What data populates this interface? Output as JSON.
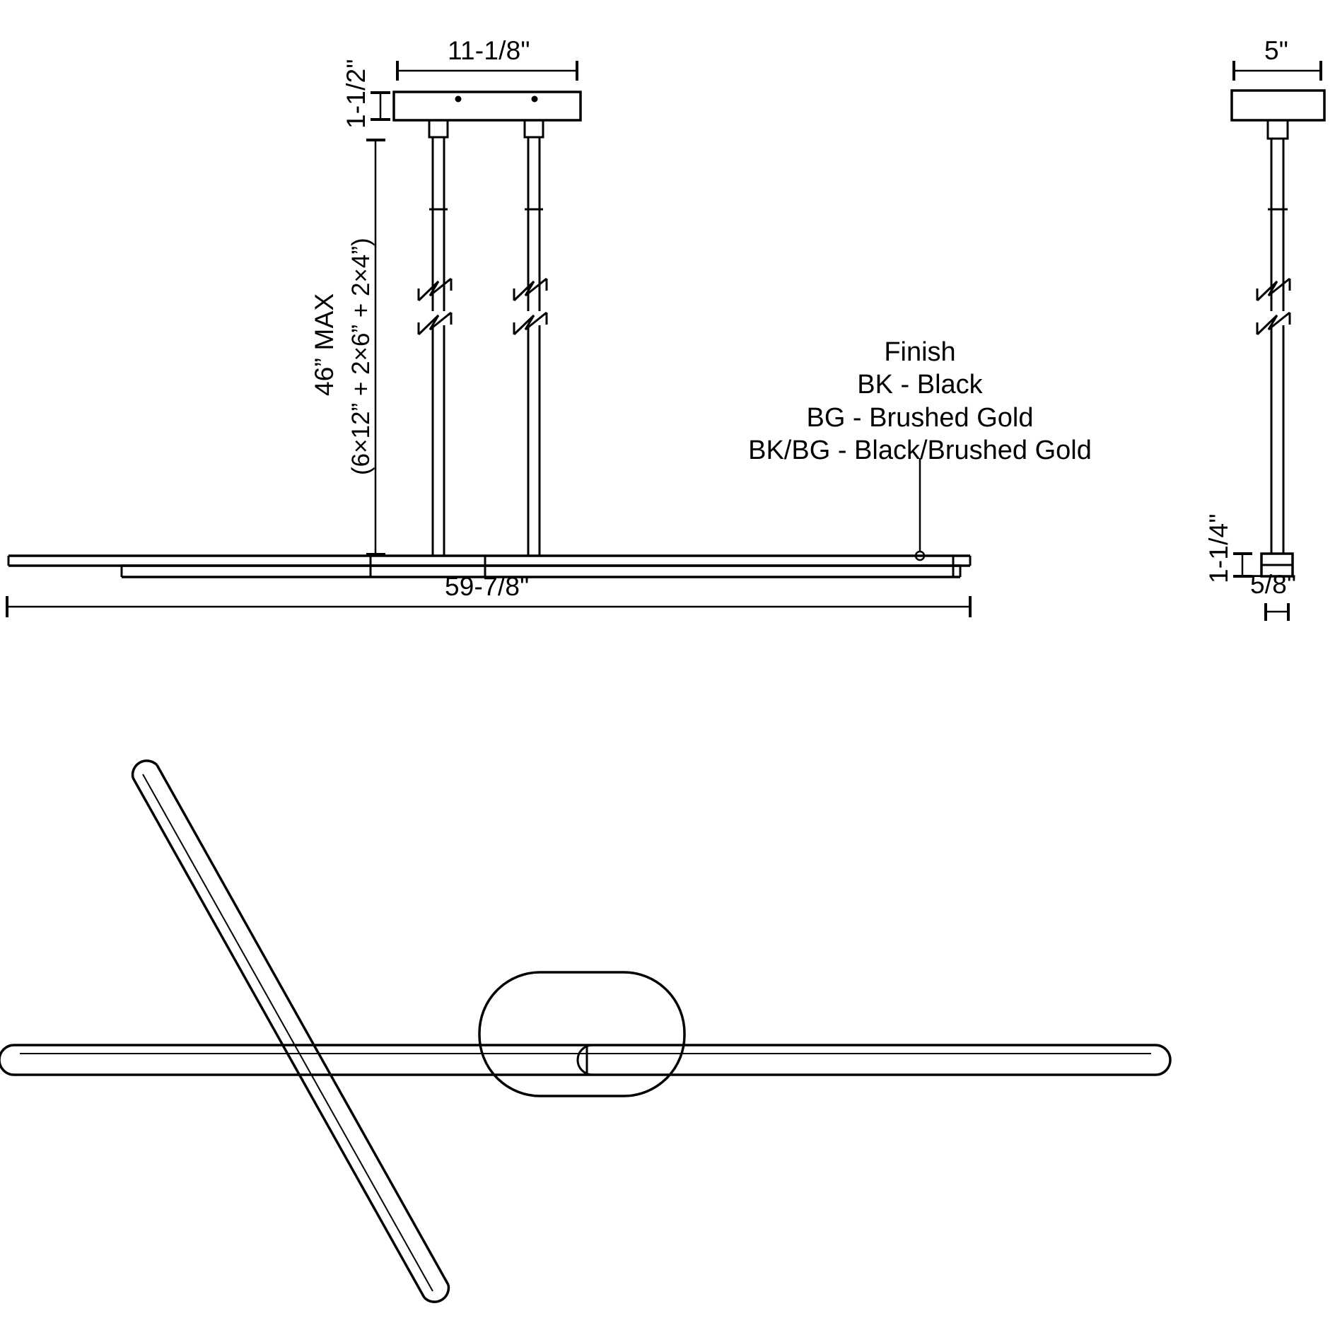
{
  "drawing": {
    "type": "product-specification-technical-drawing",
    "subject": "linear-pendant-light-fixture",
    "background_color": "#ffffff",
    "line_color": "#000000"
  },
  "front_view": {
    "canopy_width_dim": "11-1/8\"",
    "canopy_height_dim": "1-1/2\"",
    "drop_dim_line1": "46” MAX",
    "drop_dim_line2": "(6×12” + 2×6” + 2×4”)",
    "overall_length_dim": "59-7/8\""
  },
  "side_view": {
    "canopy_depth_dim": "5\"",
    "fixture_height_dim": "1-1/4\"",
    "stem_width_dim": "5/8\""
  },
  "finish": {
    "title": "Finish",
    "options": [
      "BK - Black",
      "BG - Brushed Gold",
      "BK/BG - Black/Brushed Gold"
    ]
  }
}
